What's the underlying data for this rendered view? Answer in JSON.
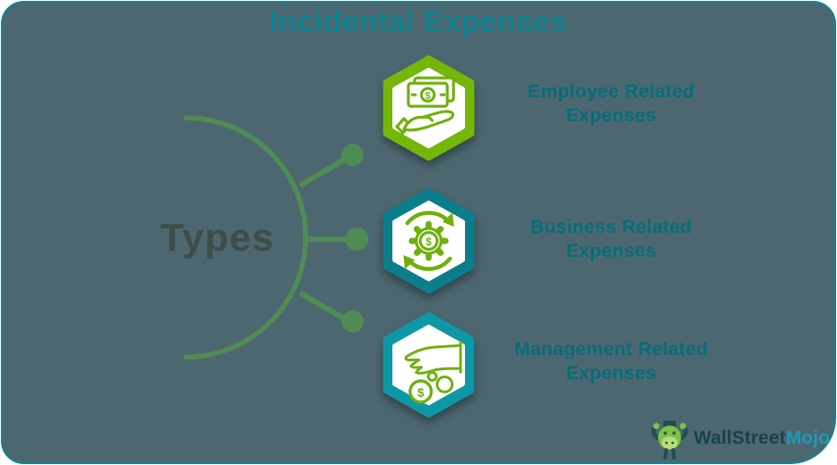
{
  "title": "Incidental Expenses",
  "types_label": "Types",
  "items": [
    {
      "label_line1": "Employee Related",
      "label_line2": "Expenses",
      "icon": "cash-in-hand-icon",
      "hex_color": "#74b709"
    },
    {
      "label_line1": "Business Related",
      "label_line2": "Expenses",
      "icon": "dollar-gear-cycle-icon",
      "hex_color": "#0b7d8b"
    },
    {
      "label_line1": "Management Related",
      "label_line2": "Expenses",
      "icon": "hand-dropping-coins-icon",
      "hex_color": "#0e97a4"
    }
  ],
  "icon_dollar_sign": "$",
  "logo": {
    "brand_part1": "WallStreet",
    "brand_part2": "Mojo",
    "mascot": "bull-mascot-icon"
  },
  "colors": {
    "canvas-bg": "#4d6770",
    "canvas-border": "#0a8795",
    "title": "#0d818e",
    "types-text": "#3d4d48",
    "connector": "#4e8c54",
    "label-text": "#046e7c",
    "icon-stroke": "#6fb00d",
    "logo-dark": "#16414d",
    "logo-accent": "#1f9ab6",
    "logo-horns": "#1d4e57",
    "logo-body": "#7ec144"
  }
}
